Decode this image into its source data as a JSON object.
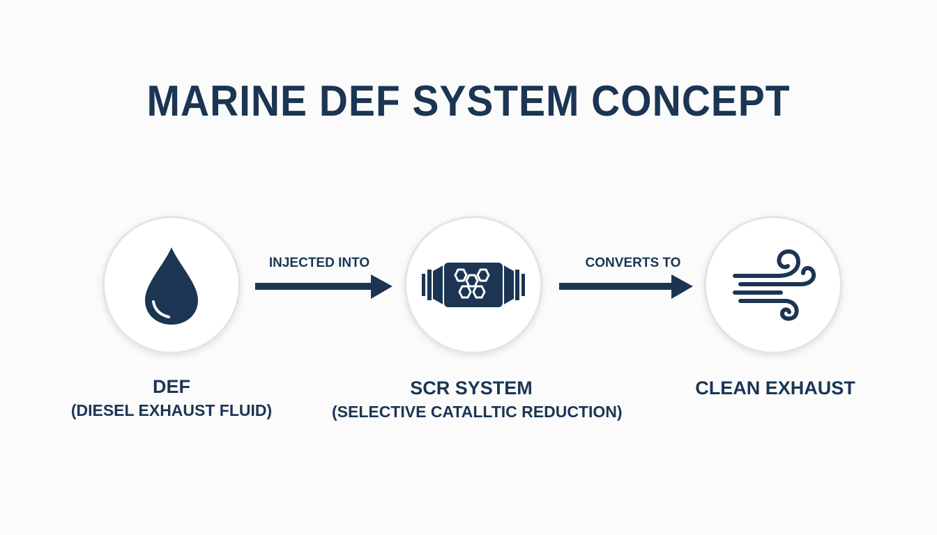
{
  "title": "MARINE DEF SYSTEM CONCEPT",
  "colors": {
    "primary": "#1b3553",
    "circle_border": "#e3e4e6",
    "background": "#fbfbfc"
  },
  "nodes": [
    {
      "icon": "droplet-icon",
      "name": "DEF",
      "subtitle": "(DIESEL EXHAUST FLUID)"
    },
    {
      "icon": "catalytic-converter-icon",
      "name": "SCR SYSTEM",
      "subtitle": "(SELECTIVE CATALLTIC REDUCTION)"
    },
    {
      "icon": "wind-icon",
      "name": "CLEAN EXHAUST",
      "subtitle": ""
    }
  ],
  "edges": [
    {
      "from": "DEF",
      "to": "SCR SYSTEM",
      "label": "INJECTED INTO"
    },
    {
      "from": "SCR SYSTEM",
      "to": "CLEAN EXHAUST",
      "label": "CONVERTS TO"
    }
  ]
}
